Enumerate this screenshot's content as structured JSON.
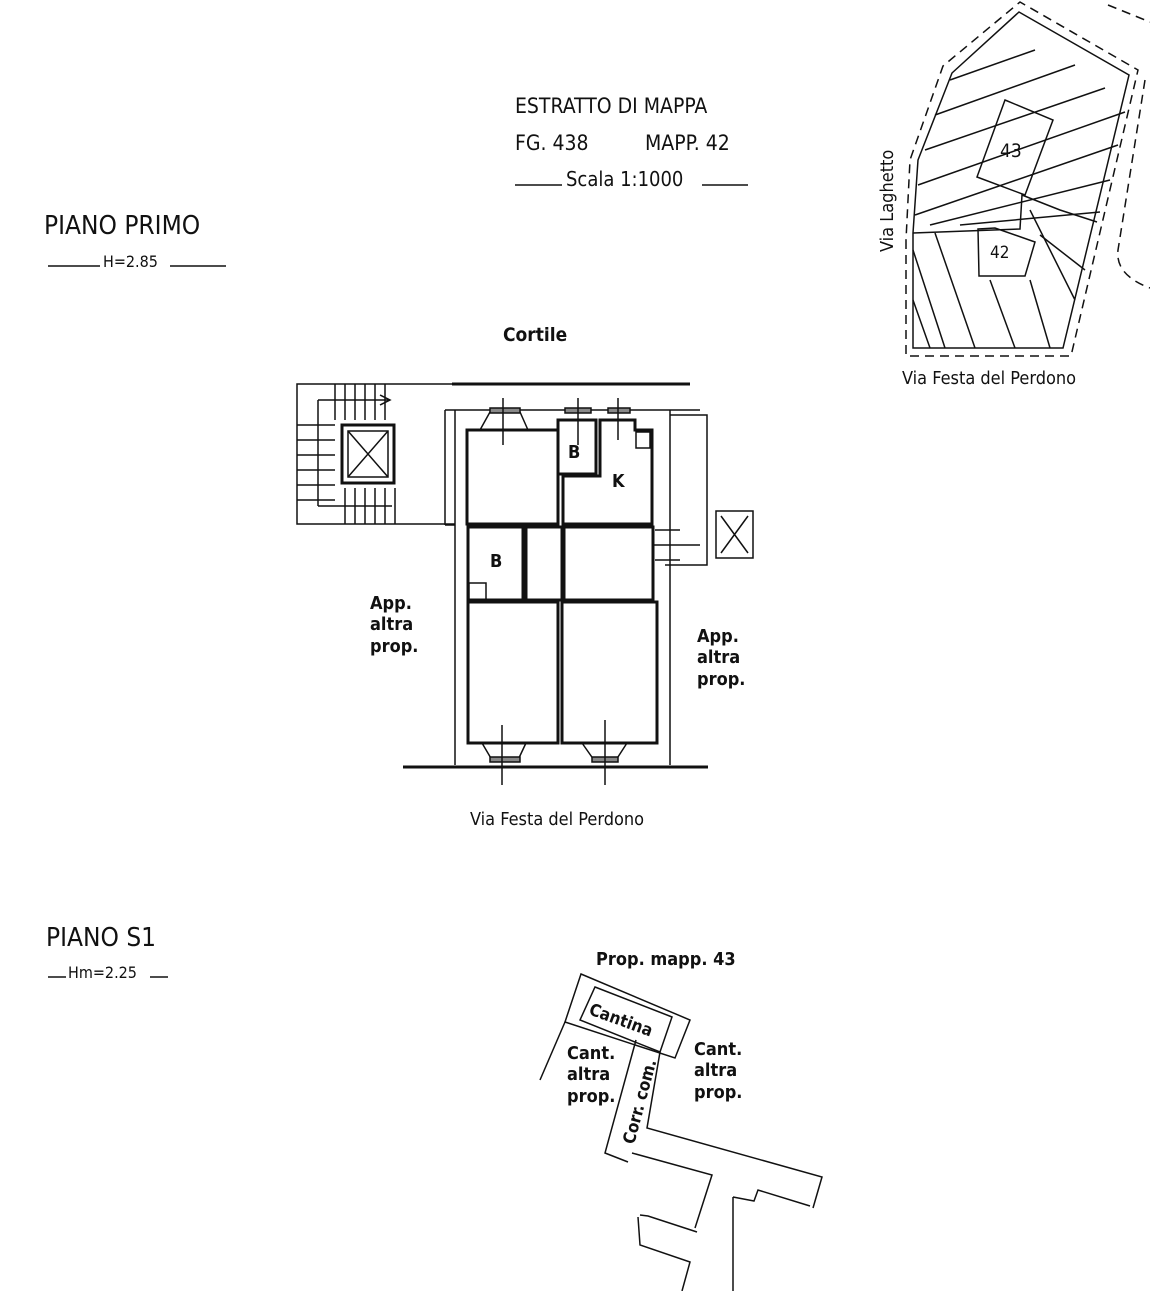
{
  "header": {
    "title": "ESTRATTO DI MAPPA",
    "sheet": "FG. 438",
    "parcel": "MAPP. 42",
    "scale": "Scala 1:1000"
  },
  "map": {
    "street_left": "Via Laghetto",
    "street_bottom": "Via Festa del Perdono",
    "parcel_43": "43",
    "parcel_42": "42"
  },
  "first_floor": {
    "title": "PIANO PRIMO",
    "height": "H=2.85",
    "courtyard": "Cortile",
    "street": "Via Festa del Perdono",
    "rooms": {
      "bath1": "B",
      "kitchen": "K",
      "bath2": "B"
    },
    "neighbor_left": [
      "App.",
      "altra",
      "prop."
    ],
    "neighbor_right": [
      "App.",
      "altra",
      "prop."
    ]
  },
  "basement": {
    "title": "PIANO S1",
    "height": "Hm=2.25",
    "owner_label": "Prop. mapp. 43",
    "cellar": "Cantina",
    "corridor": "Corr. com.",
    "neighbor_left": [
      "Cant.",
      "altra",
      "prop."
    ],
    "neighbor_right": [
      "Cant.",
      "altra",
      "prop."
    ]
  }
}
